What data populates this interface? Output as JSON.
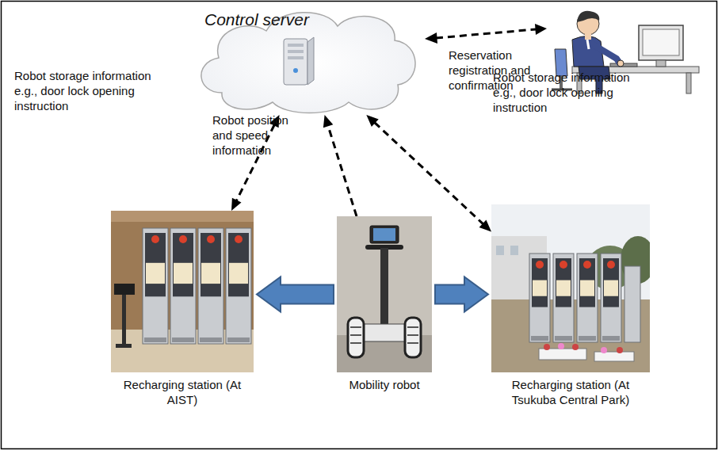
{
  "diagram": {
    "nodes": [
      {
        "text": [
          "Control server"
        ]
      },
      {
        "text": [
          "Recharging station (At AIST)"
        ]
      },
      {
        "text": [
          "Mobility robot"
        ]
      },
      {
        "text": [
          "Recharging station (At Tsukuba Central Park)"
        ]
      }
    ],
    "edges": [
      {
        "from": 0,
        "to": 1,
        "arrow": "both",
        "label": "Robot storage information e.g., door lock opening instruction"
      },
      {
        "from": 2,
        "to": 0,
        "arrow": "to",
        "label": "Robot position and speed information"
      },
      {
        "from": 0,
        "to": 3,
        "arrow": "both",
        "label": "Robot storage information e.g., door lock opening instruction"
      },
      {
        "from": 2,
        "to": 1,
        "arrow": "to"
      },
      {
        "from": 2,
        "to": 3,
        "arrow": "to"
      }
    ],
    "labels": [
      "Reservation registration and confirmation"
    ]
  }
}
